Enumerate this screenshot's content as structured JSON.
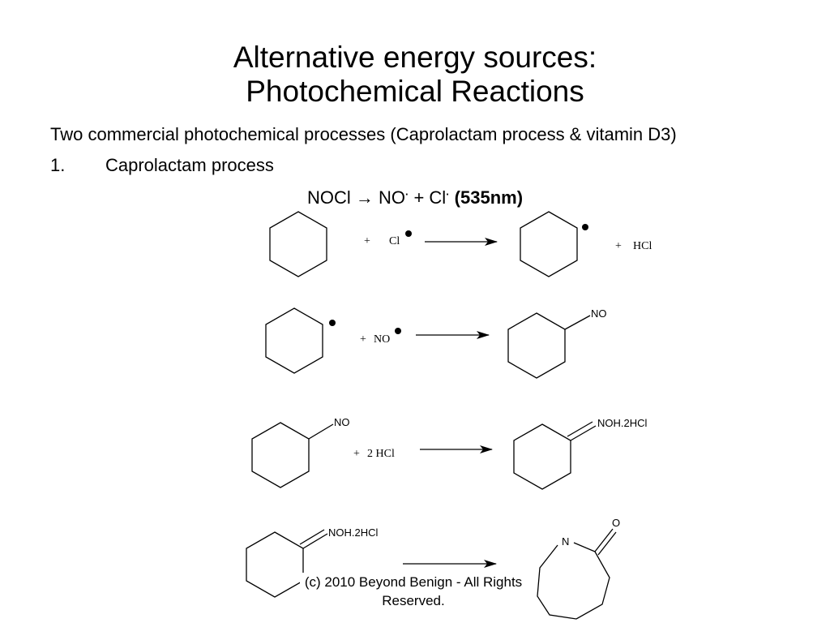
{
  "slide": {
    "title_line1": "Alternative energy sources:",
    "title_line2": "Photochemical Reactions",
    "intro": "Two commercial photochemical processes (Caprolactam process & vitamin D3)",
    "item_number": "1.",
    "item_label": "Caprolactam process",
    "equation": {
      "reactant": "NOCl",
      "arrow": "→",
      "product1": "NO",
      "dot1": "·",
      "plus": "+ ",
      "product2": "Cl",
      "dot2": "·",
      "condition": "(535nm)"
    }
  },
  "reactions": [
    {
      "plus": "+",
      "reagent": "Cl",
      "product_plus": "+",
      "product_extra": "HCl"
    },
    {
      "plus": "+",
      "reagent": "NO",
      "product_group": "NO"
    },
    {
      "reactant_group": "NO",
      "plus": "+",
      "reagent": "2 HCl",
      "product_group": "NOH.2HCl"
    },
    {
      "reactant_group": "NOH.2HCl",
      "product_atom_n": "N",
      "product_atom_o": "O"
    }
  ],
  "copyright": "(c) 2010 Beyond Benign - All Rights Reserved."
}
